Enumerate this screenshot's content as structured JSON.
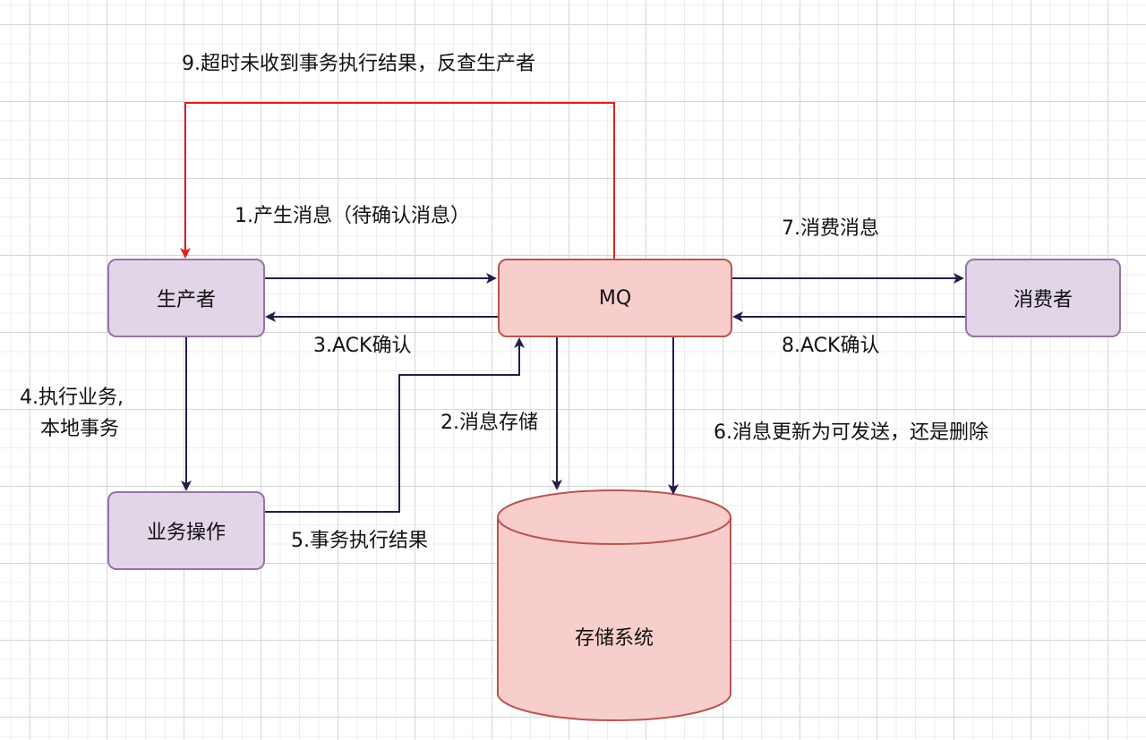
{
  "nodes": {
    "producer": "生产者",
    "mq": "MQ",
    "consumer": "消费者",
    "business": "业务操作",
    "storage": "存储系统"
  },
  "labels": {
    "step1": "1.产生消息（待确认消息）",
    "step2": "2.消息存储",
    "step3": "3.ACK确认",
    "step4_line1": "4.执行业务,",
    "step4_line2": "本地事务",
    "step5": "5.事务执行结果",
    "step6": "6.消息更新为可发送，还是删除",
    "step7": "7.消费消息",
    "step8": "8.ACK确认",
    "step9": "9.超时未收到事务执行结果，反查生产者"
  },
  "colors": {
    "purple_fill": "#e1d5e7",
    "purple_stroke": "#9673a6",
    "red_fill": "#f8cecc",
    "red_stroke": "#b85450",
    "arrow": "#2a1a4a",
    "callback_arrow": "#e02020"
  }
}
